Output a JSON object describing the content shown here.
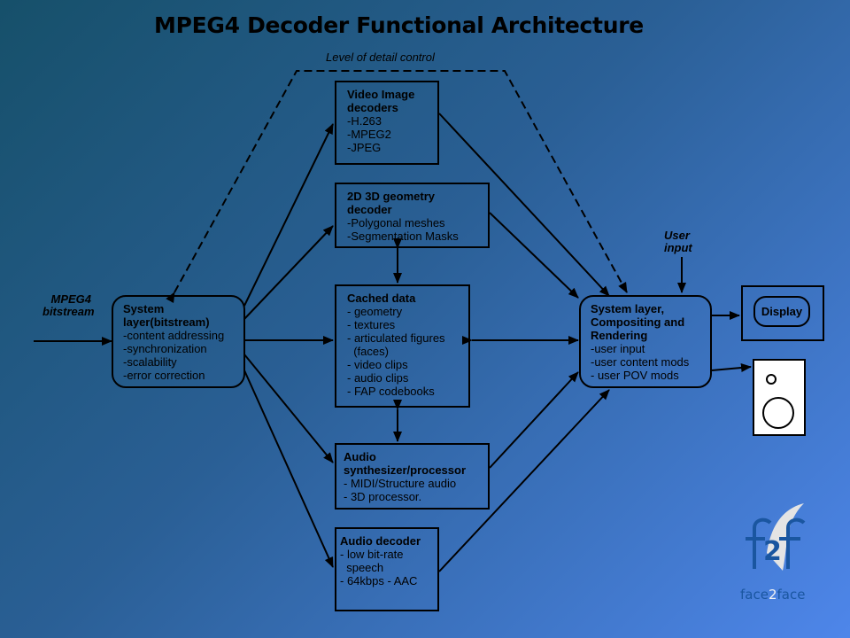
{
  "title": "MPEG4 Decoder Functional Architecture",
  "labels": {
    "lod_control": "Level of detail control",
    "input_line1": "MPEG4",
    "input_line2": "bitstream",
    "user_input_line1": "User",
    "user_input_line2": "input"
  },
  "system_layer": {
    "title_line1": "System",
    "title_line2": "layer(bitstream)",
    "items": [
      "-content addressing",
      "-synchronization",
      "-scalability",
      "-error correction"
    ]
  },
  "video_decoders": {
    "title_line1": "Video Image",
    "title_line2": "decoders",
    "items": [
      "-H.263",
      "-MPEG2",
      "-JPEG"
    ]
  },
  "geometry_decoder": {
    "title_line1": "2D 3D geometry",
    "title_line2": "decoder",
    "items": [
      "-Polygonal meshes",
      "-Segmentation Masks"
    ]
  },
  "cached_data": {
    "title": "Cached data",
    "items": [
      "- geometry",
      "- textures",
      "- articulated figures",
      "  (faces)",
      "- video clips",
      "- audio clips",
      "- FAP codebooks"
    ]
  },
  "audio_synth": {
    "title_line1": "Audio",
    "title_line2": "synthesizer/processor",
    "items": [
      "- MIDI/Structure audio",
      "- 3D processor."
    ]
  },
  "audio_decoder": {
    "title": "Audio decoder",
    "items": [
      "- low bit-rate",
      "  speech",
      "- 64kbps - AAC"
    ]
  },
  "compositing": {
    "title_line1": "System layer,",
    "title_line2": "Compositing and",
    "title_line3": "Rendering",
    "items": [
      "-user input",
      "-user content mods",
      "- user POV mods"
    ]
  },
  "display": {
    "label": "Display"
  },
  "logo": {
    "text_a": "face",
    "text_b": "2",
    "text_c": "face"
  },
  "colors": {
    "logo_blue": "#1a56a0",
    "logo_light": "#eaeaea"
  }
}
